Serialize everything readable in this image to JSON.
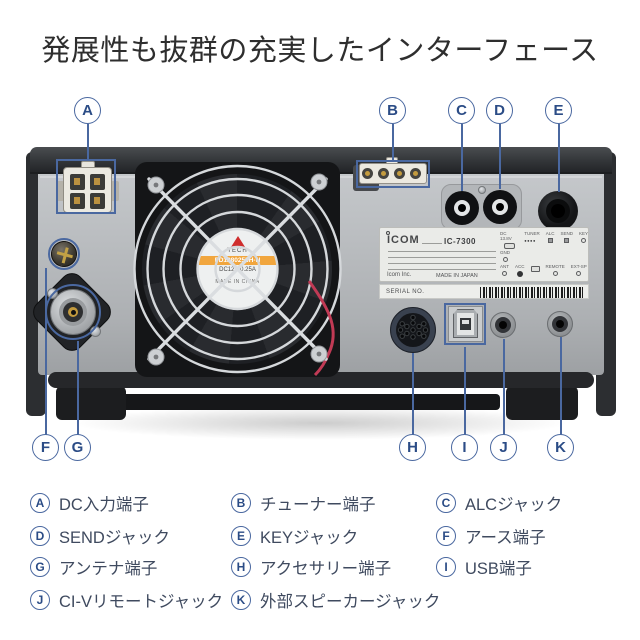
{
  "title": "発展性も抜群の充実したインターフェース",
  "colors": {
    "accent_blue": "#4a68a0",
    "callout_letter_blue": "#2b4c86",
    "legend_text": "#3f4a5f",
    "title_color": "#2e2e2e",
    "fan_label_orange": "#f1a63e"
  },
  "callouts": {
    "top": [
      "A",
      "B",
      "C",
      "D",
      "E"
    ],
    "bottom": [
      "F",
      "G",
      "H",
      "I",
      "J",
      "K"
    ]
  },
  "device_label": {
    "brand": "ICOM",
    "model": "IC-7300",
    "maker": "Icom Inc.",
    "origin": "MADE IN JAPAN",
    "serial": "SERIAL NO.",
    "ports": {
      "dc": "DC 13.8V",
      "tuner": "TUNER",
      "alc": "ALC",
      "send": "SEND",
      "key": "KEY",
      "gnd": "GND",
      "ant": "ANT",
      "acc": "ACC",
      "remote": "REMOTE",
      "ext_sp": "EXT-SP"
    },
    "tuner_pins": "●●●●"
  },
  "fan_label": {
    "line1": "TECH",
    "model": "FD1280255H-N",
    "spec": "DC12V 0.25A",
    "origin": "MADE IN CHINA"
  },
  "legend": [
    {
      "letter": "A",
      "label": "DC入力端子"
    },
    {
      "letter": "B",
      "label": "チューナー端子"
    },
    {
      "letter": "C",
      "label": "ALCジャック"
    },
    {
      "letter": "D",
      "label": "SENDジャック"
    },
    {
      "letter": "E",
      "label": "KEYジャック"
    },
    {
      "letter": "F",
      "label": "アース端子"
    },
    {
      "letter": "G",
      "label": "アンテナ端子"
    },
    {
      "letter": "H",
      "label": "アクセサリー端子"
    },
    {
      "letter": "I",
      "label": "USB端子"
    },
    {
      "letter": "J",
      "label": "CI-Vリモートジャック"
    },
    {
      "letter": "K",
      "label": "外部スピーカージャック"
    }
  ]
}
